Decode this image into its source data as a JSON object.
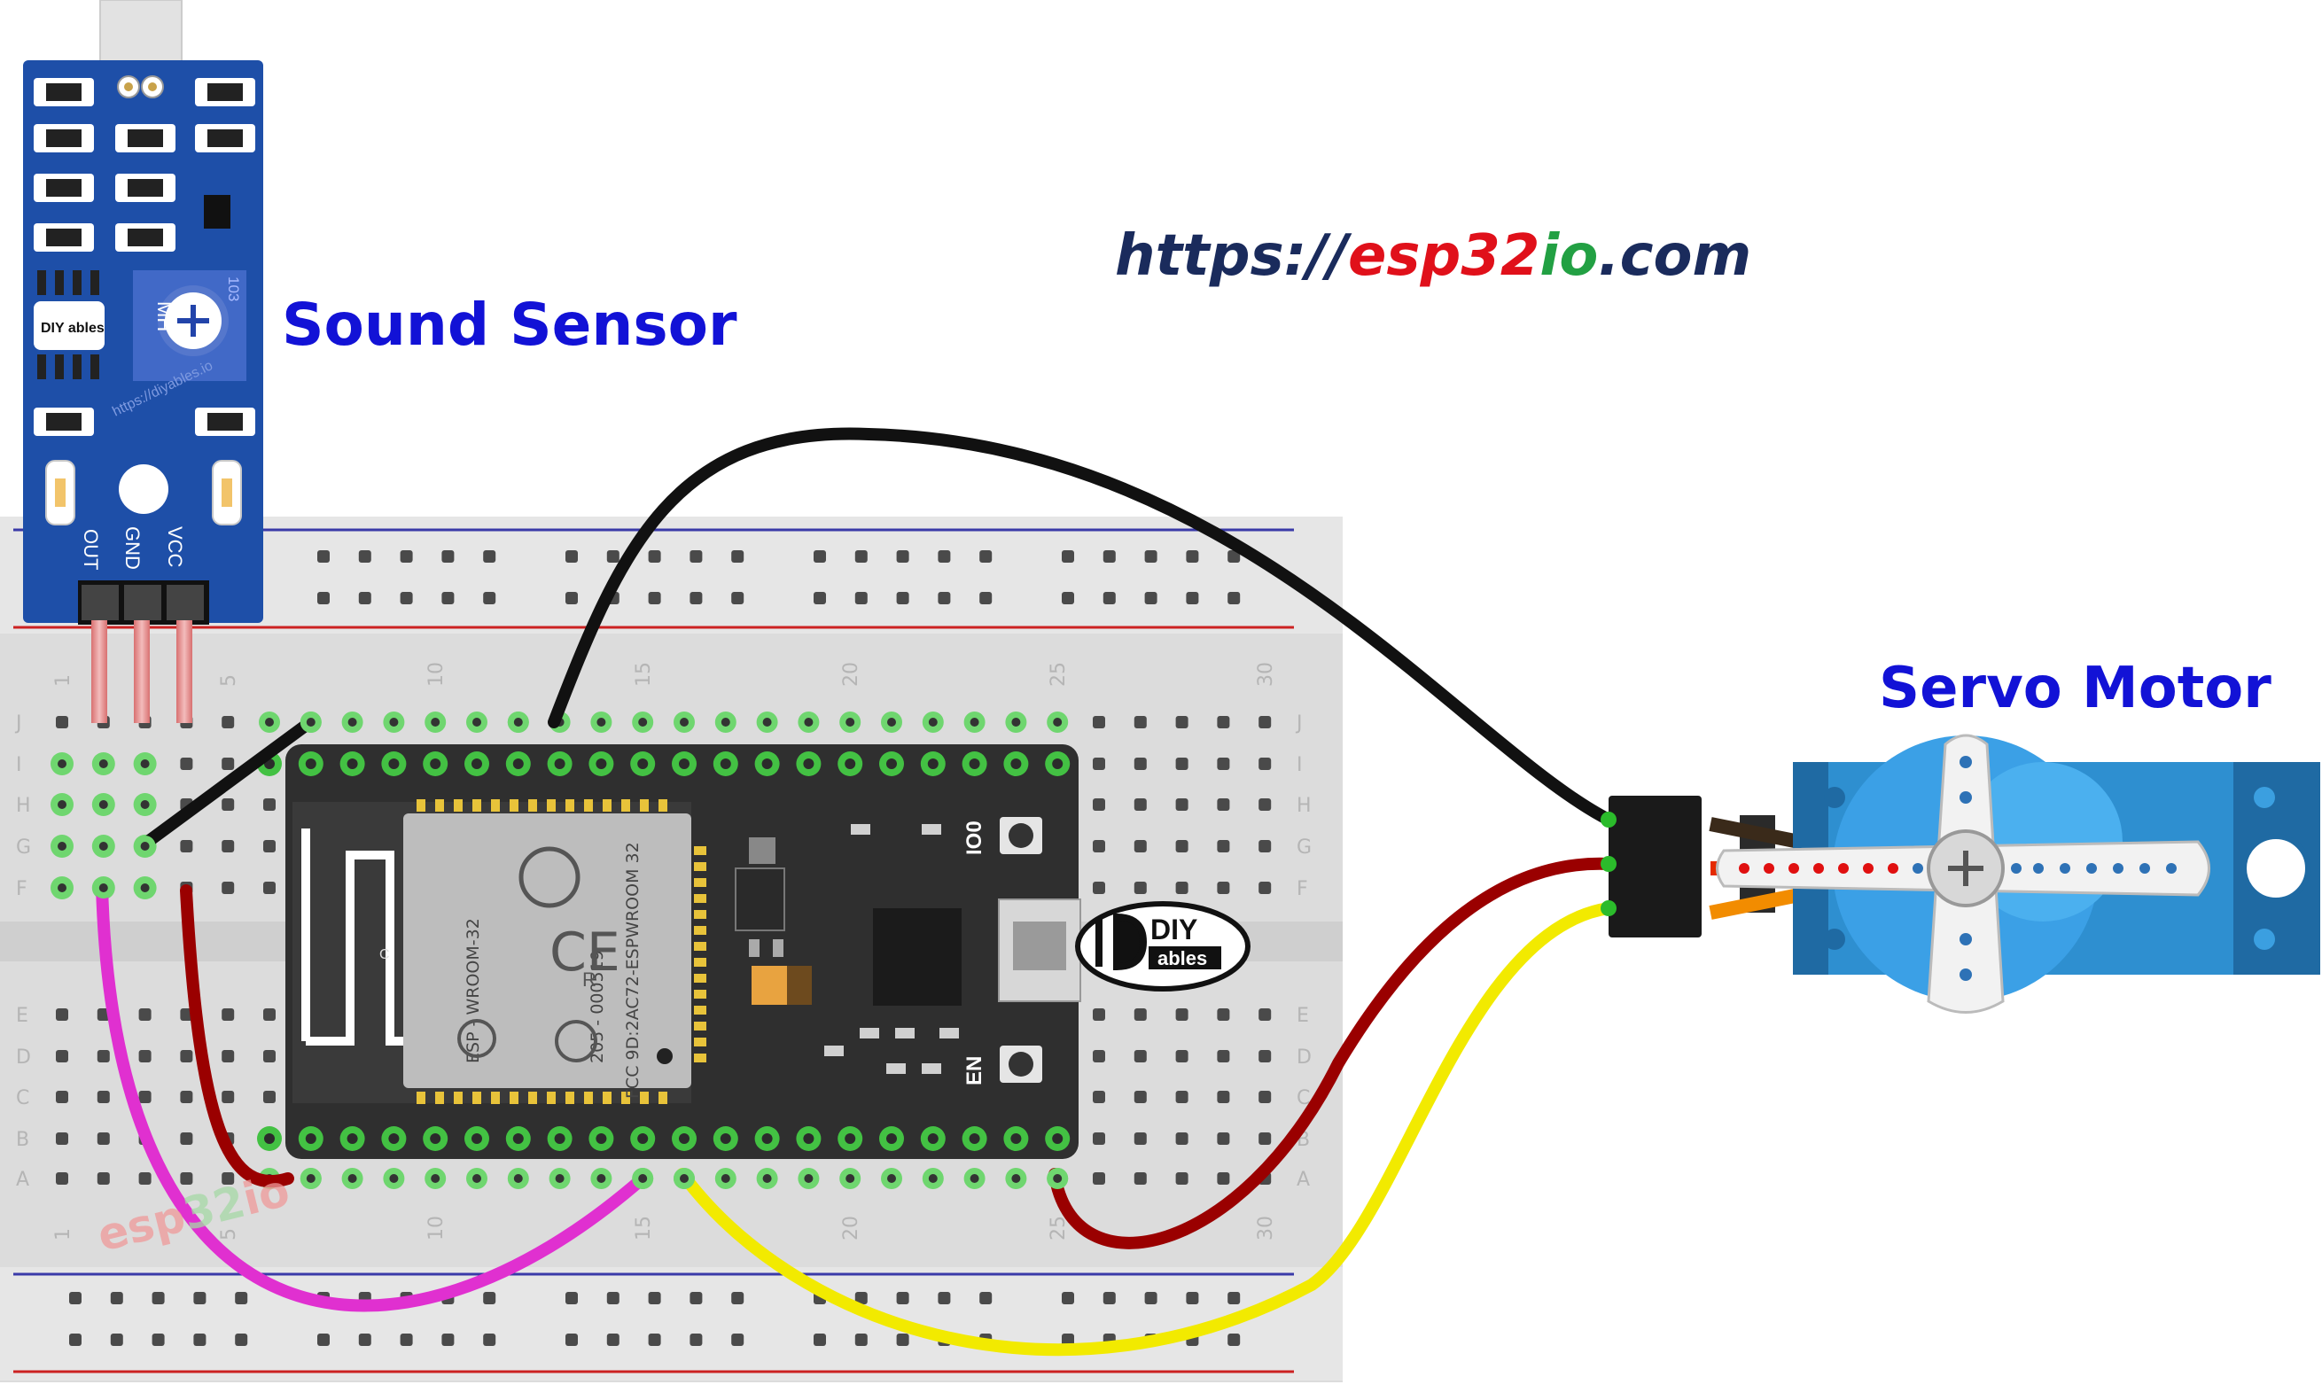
{
  "labels": {
    "sound_sensor": "Sound Sensor",
    "servo_motor": "Servo Motor"
  },
  "website": {
    "prefix": "https://",
    "brand_red": "esp32",
    "brand_green": "io",
    "suffix": ".com"
  },
  "watermark": {
    "part1": "esp",
    "part2": "32",
    "part3": "io"
  },
  "sensor_module": {
    "pins": [
      "OUT",
      "GND",
      "VCC"
    ],
    "chip_text": "MH",
    "pot_code": "103",
    "site": "https://diyables.io",
    "logo": "DIY ables"
  },
  "esp32": {
    "module_lines": [
      "ESP - WROOM-32",
      "205 - 000519",
      "FCC 9D:2AC72-ESPWROOM 32"
    ],
    "button_io0": "IO0",
    "button_en": "EN",
    "chip_c": "C",
    "rating": "R"
  },
  "breadboard": {
    "rows_top": [
      "J",
      "I",
      "H",
      "G",
      "F"
    ],
    "rows_bottom": [
      "E",
      "D",
      "C",
      "B",
      "A"
    ],
    "column_numbers": [
      "1",
      "5",
      "10",
      "15",
      "20",
      "25",
      "30"
    ]
  },
  "logo": {
    "diy": "DIY",
    "ables": "ables"
  },
  "colors": {
    "label_blue": "#1212d6",
    "wire_black": "#1a1a1a",
    "wire_red": "#c40000",
    "wire_yellow": "#f2ea00",
    "wire_magenta": "#ee22dd",
    "sensor_pcb": "#1e4fa8",
    "servo_body": "#2e8fd0",
    "esp32_board": "#2f2f2f"
  }
}
